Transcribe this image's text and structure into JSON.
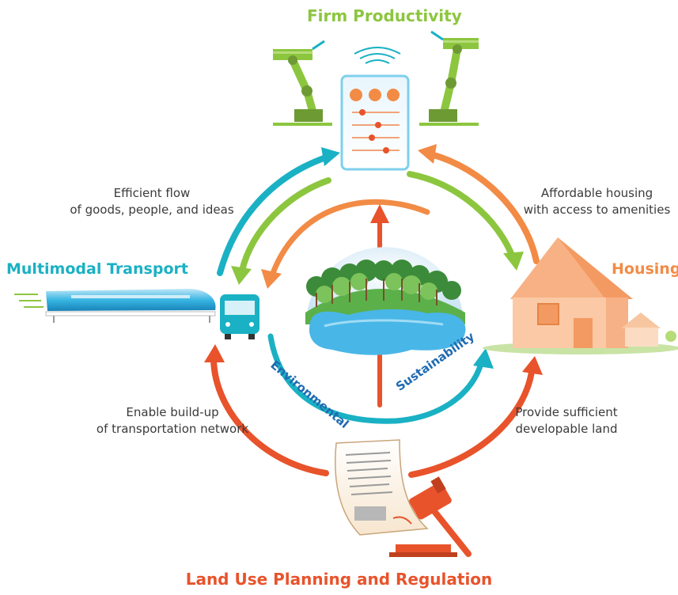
{
  "nodes": {
    "top": "Firm Productivity",
    "left": "Multimodal Transport",
    "right": "Housing",
    "bottom": "Land Use Planning and Regulation"
  },
  "links": {
    "top_left": [
      "Efficient flow",
      "of goods, people, and ideas"
    ],
    "top_right": [
      "Affordable housing",
      "with access to amenities"
    ],
    "bottom_left": [
      "Enable build-up",
      "of transportation network"
    ],
    "bottom_right": [
      "Provide sufficient",
      "developable land"
    ]
  },
  "center": {
    "word1": "Environmental",
    "word2": "Sustainability"
  },
  "colors": {
    "green": "#8cc63f",
    "teal": "#1ab1c4",
    "orange": "#f28b45",
    "red": "#e8532b",
    "blue_text": "#1f6bb0",
    "caption": "#3a3a3a"
  }
}
